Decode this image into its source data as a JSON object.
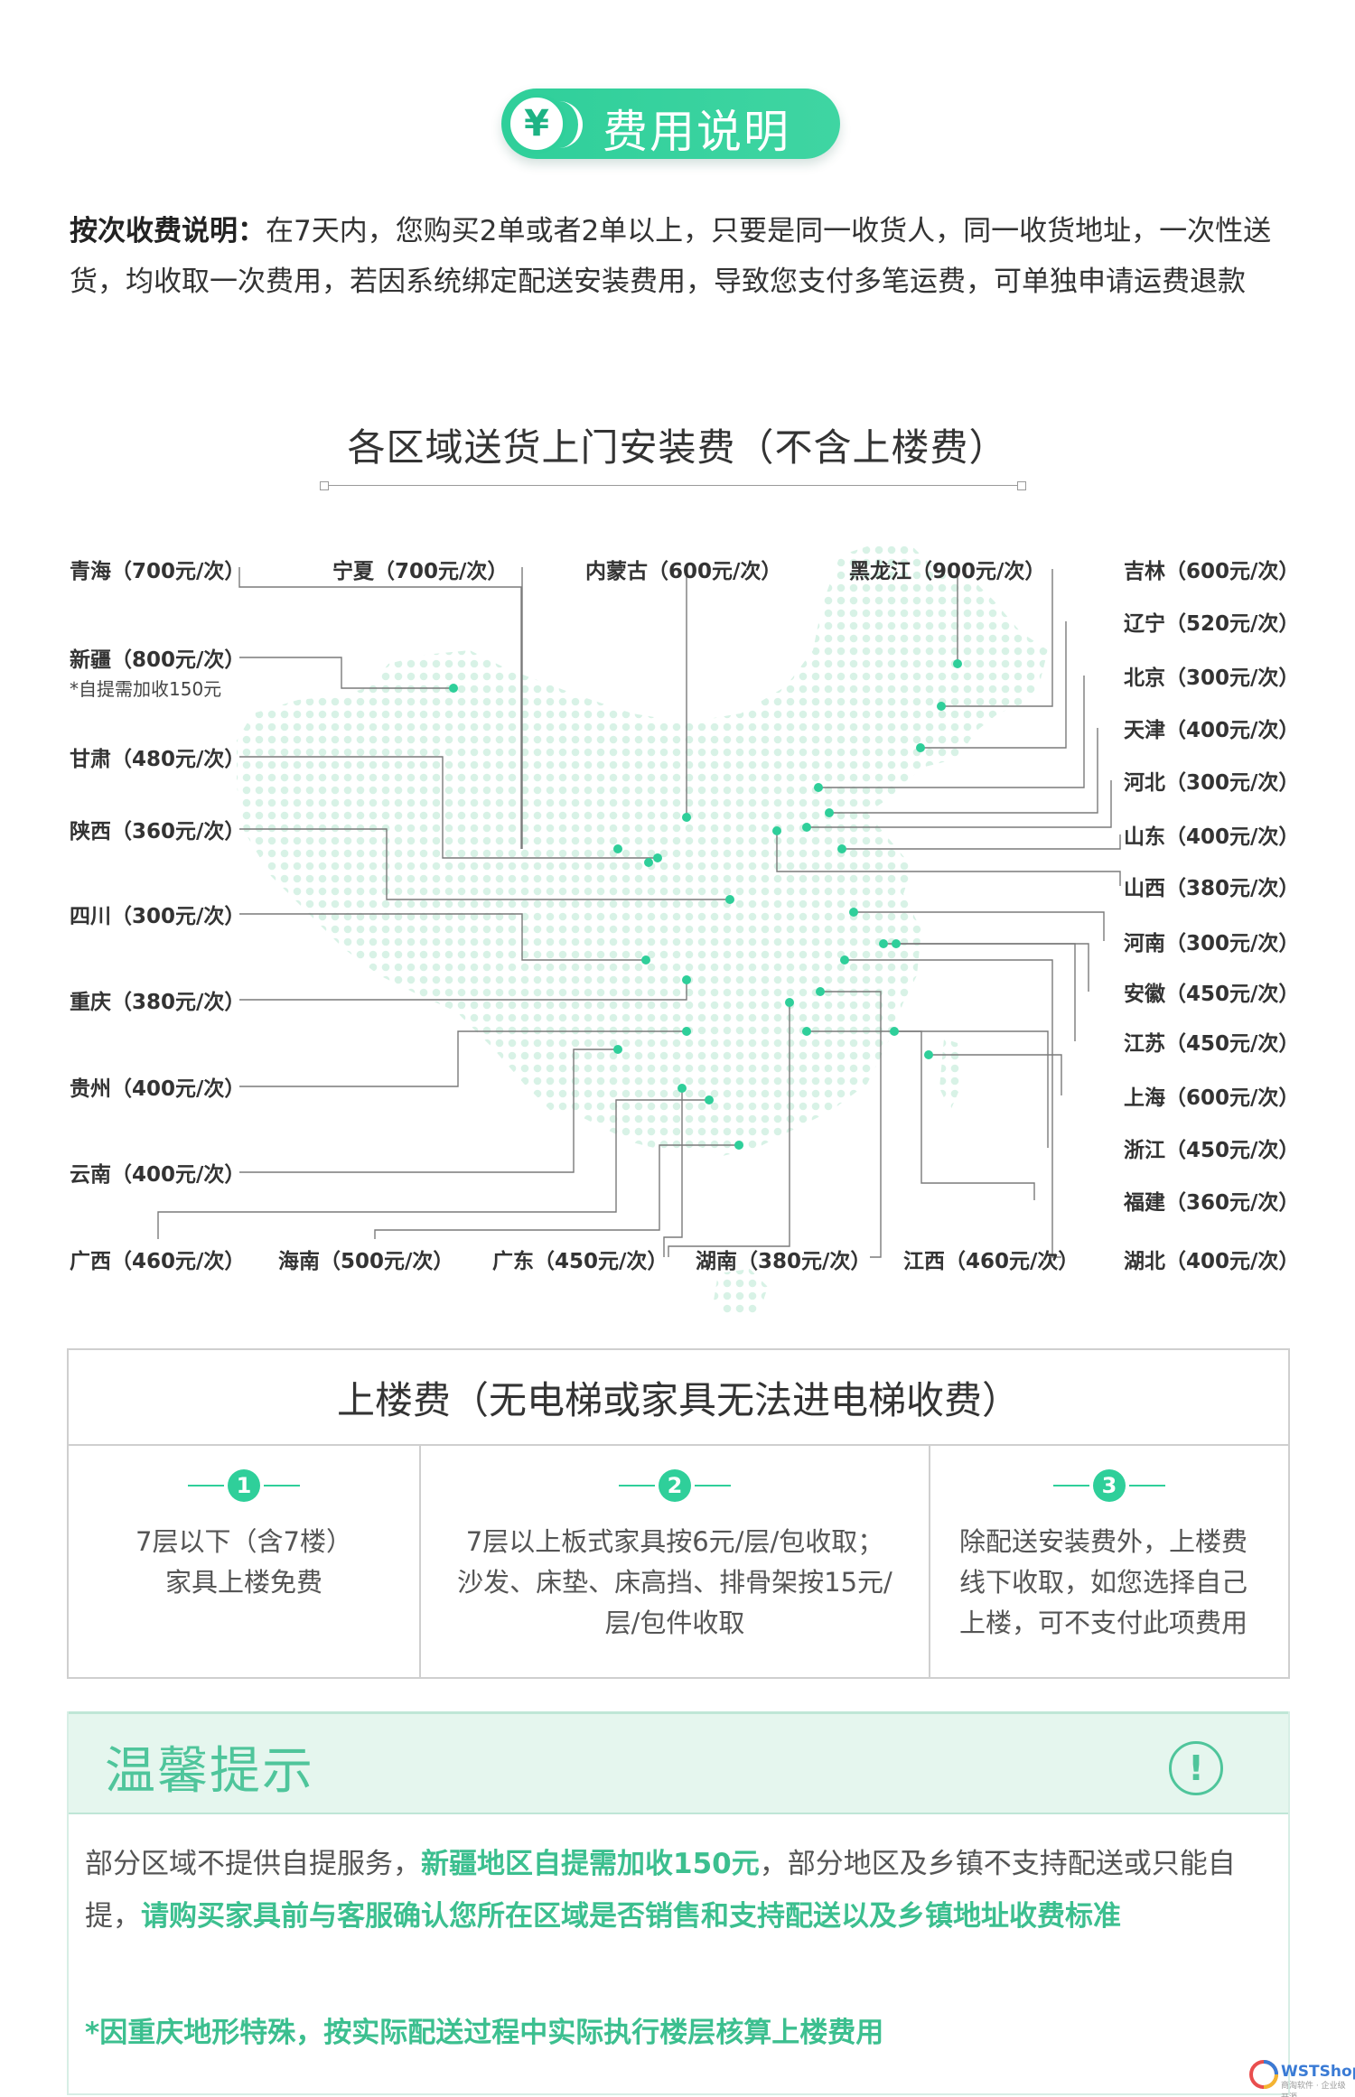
{
  "header": {
    "icon_symbol": "¥",
    "title": "费用说明",
    "accent_color": "#2fcf9a"
  },
  "intro": {
    "lead": "按次收费说明：",
    "text": "在7天内，您购买2单或者2单以上，只要是同一收货人，同一收货地址，一次性送货，均收取一次费用，若因系统绑定配送安装费用，导致您支付多笔运费，可单独申请运费退款"
  },
  "map": {
    "title": "各区域送货上门安装费（不含上楼费）",
    "regions": [
      {
        "label": "青海（700元/次）"
      },
      {
        "label": "宁夏（700元/次）"
      },
      {
        "label": "内蒙古（600元/次）"
      },
      {
        "label": "黑龙江（900元/次）"
      },
      {
        "label": "新疆（800元/次）",
        "note": "*自提需加收150元"
      },
      {
        "label": "甘肃（480元/次）"
      },
      {
        "label": "陕西（360元/次）"
      },
      {
        "label": "四川（300元/次）"
      },
      {
        "label": "重庆（380元/次）"
      },
      {
        "label": "贵州（400元/次）"
      },
      {
        "label": "云南（400元/次）"
      },
      {
        "label": "广西（460元/次）"
      },
      {
        "label": "海南（500元/次）"
      },
      {
        "label": "广东（450元/次）"
      },
      {
        "label": "湖南（380元/次）"
      },
      {
        "label": "江西（460元/次）"
      },
      {
        "label": "湖北（400元/次）"
      },
      {
        "label": "吉林（600元/次）"
      },
      {
        "label": "辽宁（520元/次）"
      },
      {
        "label": "北京（300元/次）"
      },
      {
        "label": "天津（400元/次）"
      },
      {
        "label": "河北（300元/次）"
      },
      {
        "label": "山东（400元/次）"
      },
      {
        "label": "山西（380元/次）"
      },
      {
        "label": "河南（300元/次）"
      },
      {
        "label": "安徽（450元/次）"
      },
      {
        "label": "江苏（450元/次）"
      },
      {
        "label": "上海（600元/次）"
      },
      {
        "label": "浙江（450元/次）"
      },
      {
        "label": "福建（360元/次）"
      }
    ]
  },
  "stairs": {
    "title": "上楼费（无电梯或家具无法进电梯收费）",
    "columns": [
      {
        "num": "1",
        "text": "7层以下（含7楼）\n家具上楼免费"
      },
      {
        "num": "2",
        "text": "7层以上板式家具按6元/层/包收取；沙发、床垫、床高挡、排骨架按15元/层/包件收取"
      },
      {
        "num": "3",
        "text": "除配送安装费外，上楼费线下收取，如您选择自己上楼，可不支付此项费用"
      }
    ]
  },
  "tip": {
    "title": "温馨提示",
    "icon": "alert-icon",
    "body_part1": "部分区域不提供自提服务，",
    "body_hl1": "新疆地区自提需加收150元",
    "body_part2": "，部分地区及乡镇不支持配送或只能自提，",
    "body_hl2": "请购买家具前与客服确认您所在区域是否销售和支持配送以及乡镇地址收费标准",
    "note": "*因重庆地形特殊，按实际配送过程中实际执行楼层核算上楼费用",
    "highlight_color": "#3cbf8f"
  },
  "watermark": {
    "brand": "WSTShop",
    "sub": "商淘软件 · 企业级开源"
  }
}
